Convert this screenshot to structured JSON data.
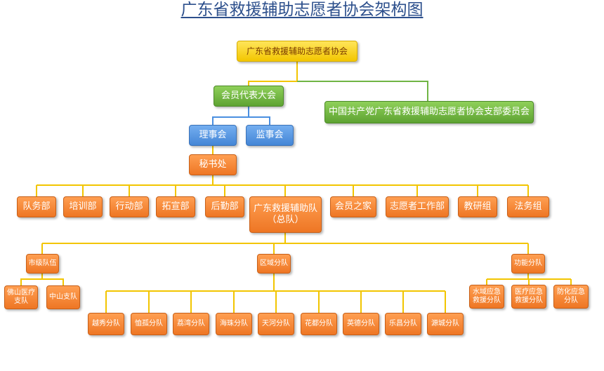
{
  "title": "广东省救援辅助志愿者协会架构图",
  "colors": {
    "line_yellow": "#f2c500",
    "line_green": "#70b544",
    "line_blue": "#4a8fe0",
    "yellow": "#f5cb00",
    "green": "#6cb33f",
    "blue": "#4b8fdc",
    "orange": "#f07f2d"
  },
  "nodes": {
    "association": "广东省救援辅助志愿者协会",
    "congress": "会员代表大会",
    "party_branch": "中国共产党广东省救援辅助志愿者协会支部委员会",
    "council": "理事会",
    "supervisory": "监事会",
    "secretariat": "秘书处",
    "departments": [
      "队务部",
      "培训部",
      "行动部",
      "拓宣部",
      "后勤部"
    ],
    "main_team": "广东救援辅助队\n（总队）",
    "departments_right": [
      "会员之家",
      "志愿者工作部",
      "教研组",
      "法务组"
    ],
    "city_teams": "市级队伍",
    "district_teams": "区域分队",
    "function_teams": "功能分队",
    "city_units": [
      "佛山医疗\n支队",
      "中山支队"
    ],
    "district_units": [
      "越秀分队",
      "恤孤分队",
      "荔湾分队",
      "海珠分队",
      "天河分队",
      "花都分队",
      "英德分队",
      "乐昌分队",
      "源城分队"
    ],
    "function_units": [
      "水域应急\n救援分队",
      "医疗应急\n救援分队",
      "防化应急\n分队"
    ]
  }
}
